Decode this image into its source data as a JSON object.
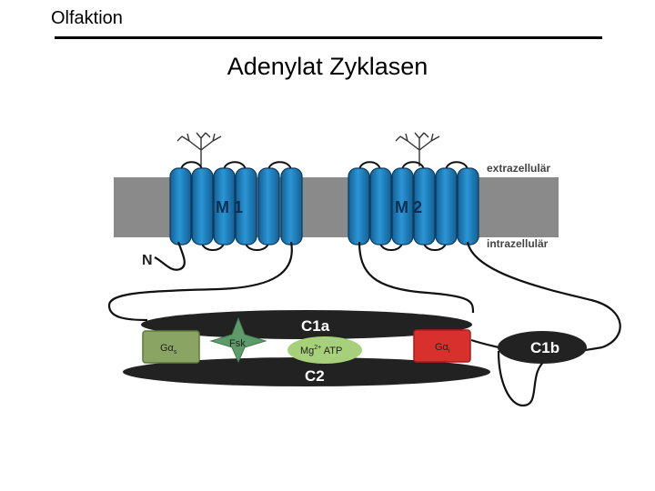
{
  "header": {
    "title": "Olfaktion"
  },
  "slide": {
    "title": "Adenylat Zyklasen"
  },
  "diagram": {
    "labels": {
      "extracellular": "extrazellulär",
      "intracellular": "intrazellulär",
      "n_terminus": "N",
      "m1": "M 1",
      "m2": "M 2",
      "c1a": "C1a",
      "c1b": "C1b",
      "c2": "C2",
      "forskolin": "Fsk",
      "g_alpha_s": "Gα",
      "g_alpha_s_sub": "s",
      "g_alpha_i": "Gα",
      "g_alpha_i_sub": "i",
      "mg": "Mg",
      "mg_sup": "2+",
      "atp": " ATP"
    },
    "colors": {
      "membrane": "#8a8a8a",
      "helix": "#1f86c8",
      "helix_dark": "#0f5a8c",
      "domain": "#222222",
      "g_alpha_s": "#8aa463",
      "g_alpha_i": "#d8302c",
      "forskolin": "#5f9b6a",
      "mg_atp": "#a7d07a",
      "glycan": "#333333"
    }
  }
}
